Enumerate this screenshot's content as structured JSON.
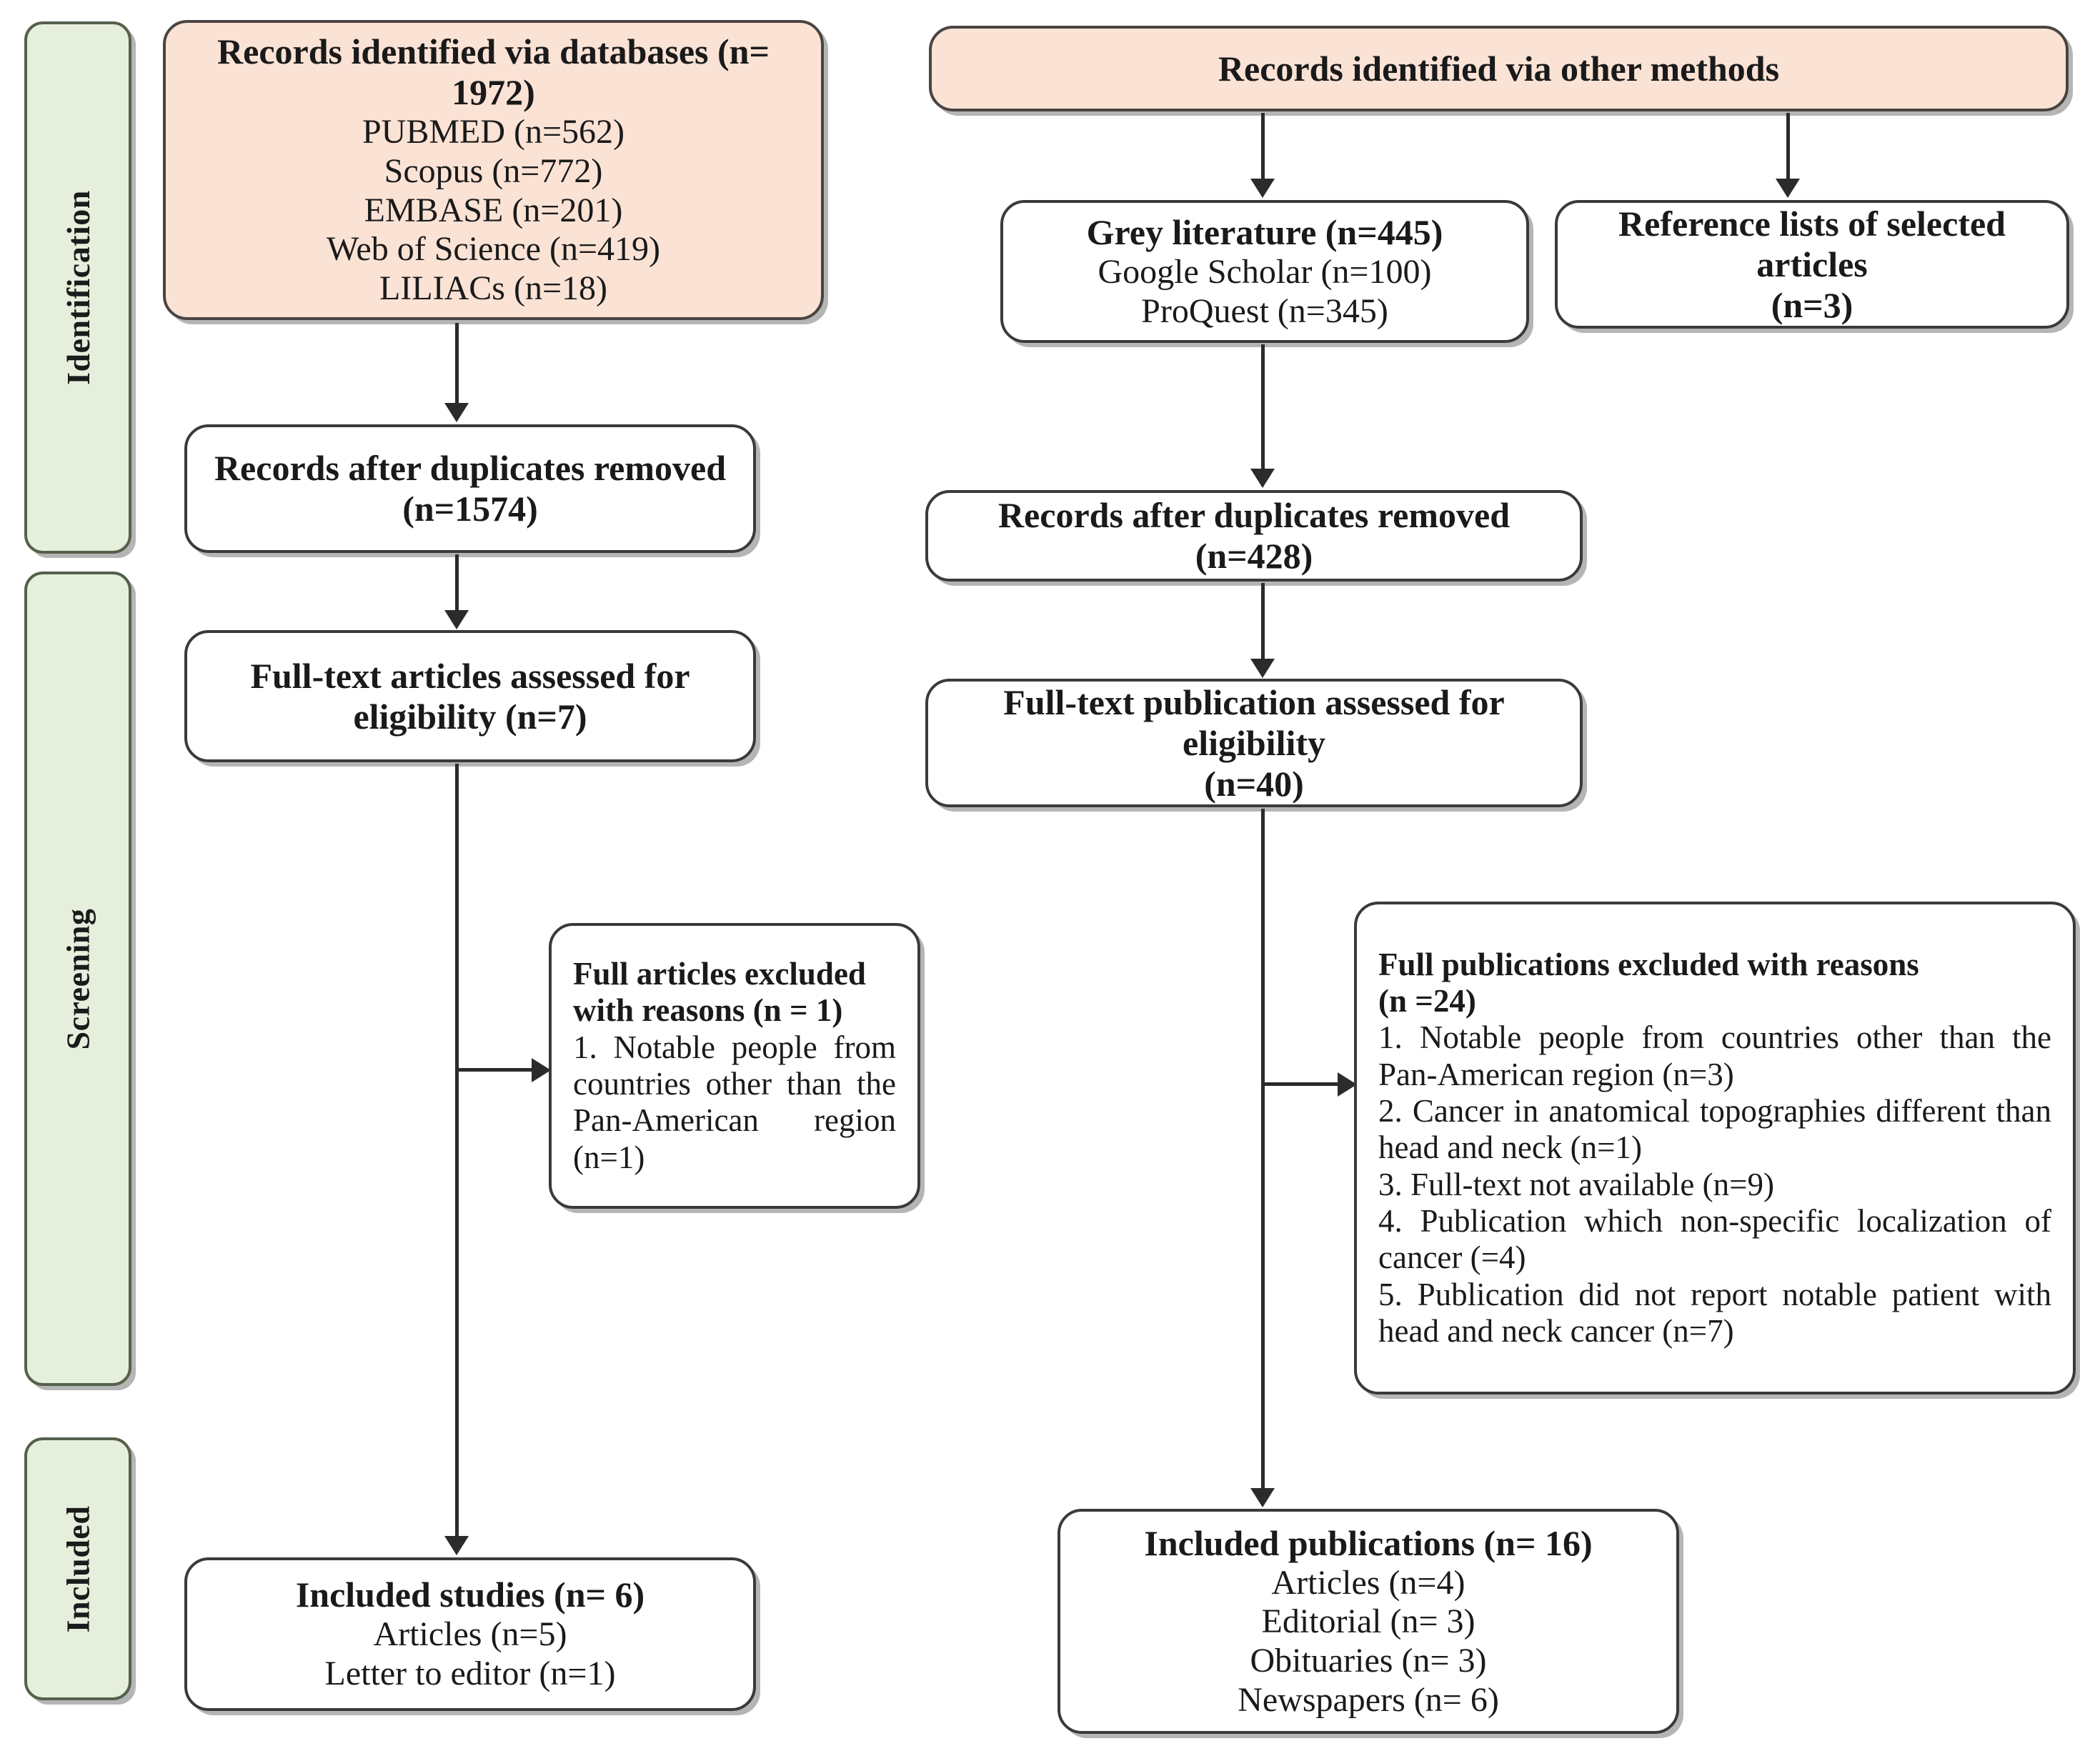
{
  "diagram": {
    "title": "PRISMA flow diagram",
    "colors": {
      "peach_fill": "#FAE2D5",
      "green_fill": "#E6EFDC",
      "box_border": "#3a3a3a",
      "line": "#2b2b2b",
      "text": "#1a1a1a"
    }
  },
  "stages": [
    {
      "label": "Identification"
    },
    {
      "label": "Screening"
    },
    {
      "label": "Included"
    }
  ],
  "left_column": {
    "identification_box": {
      "heading": "Records identified via databases (n= 1972)",
      "sources": [
        "PUBMED (n=562)",
        "Scopus (n=772)",
        "EMBASE (n=201)",
        "Web of Science  (n=419)",
        "LILIACs (n=18)"
      ]
    },
    "duplicates_box": {
      "line1": "Records after duplicates removed",
      "line2": "(n=1574)"
    },
    "fulltext_box": {
      "line1": "Full-text articles assessed for",
      "line2": "eligibility (n=7)"
    },
    "excluded_box": {
      "heading_line1": "Full articles excluded",
      "heading_line2": "with reasons (n = 1)",
      "reasons": [
        "1. Notable people from countries other than the Pan-American region (n=1)"
      ]
    },
    "included_box": {
      "heading": "Included studies (n= 6)",
      "items": [
        "Articles (n=5)",
        "Letter to editor (n=1)"
      ]
    }
  },
  "right_column": {
    "other_methods_box": {
      "heading": "Records identified via other methods"
    },
    "grey_literature_box": {
      "heading": "Grey literature (n=445)",
      "sources": [
        "Google Scholar  (n=100)",
        "ProQuest (n=345)"
      ]
    },
    "reference_lists_box": {
      "line1": "Reference lists of selected articles",
      "line2": "(n=3)"
    },
    "duplicates_box": {
      "line1": "Records after duplicates removed (n=428)"
    },
    "fulltext_box": {
      "line1": "Full-text publication assessed for eligibility",
      "line2": "(n=40)"
    },
    "excluded_box": {
      "heading_line1": "Full publications excluded with reasons",
      "heading_line2": "(n =24)",
      "reasons": [
        "1. Notable people from countries other than the Pan-American region (n=3)",
        "2.  Cancer in anatomical topographies different than head and neck (n=1)",
        "3. Full-text not available (n=9)",
        "4.  Publication which non-specific localization of cancer (=4)",
        "5.  Publication did not report notable patient with head and neck cancer (n=7)"
      ]
    },
    "included_box": {
      "heading": "Included publications (n= 16)",
      "items": [
        "Articles (n=4)",
        "Editorial (n= 3)",
        "Obituaries (n= 3)",
        "Newspapers (n= 6)"
      ]
    }
  }
}
